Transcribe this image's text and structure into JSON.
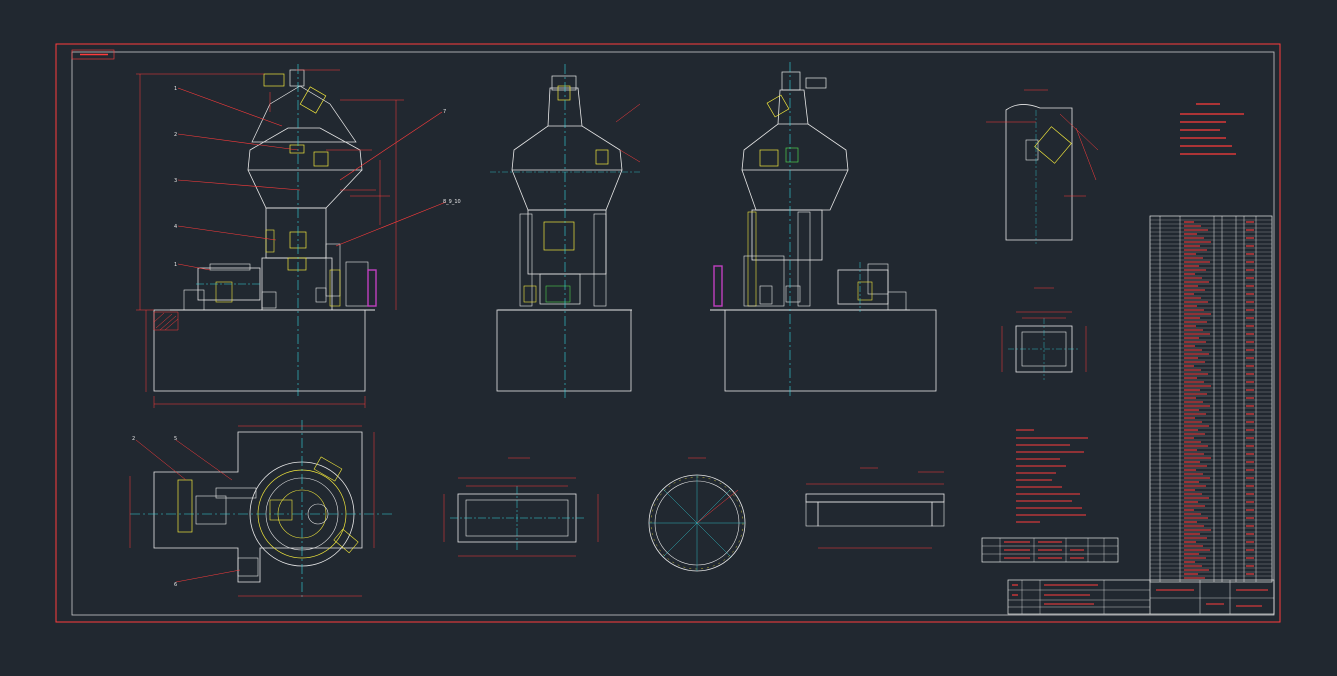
{
  "drawing": {
    "balloons": [
      "1",
      "2",
      "3",
      "4",
      "1",
      "7",
      "8_9_10"
    ],
    "plan_balloons": [
      "2",
      "5",
      "6"
    ],
    "colors": {
      "background": "#212830",
      "frame": "#ff3b3b",
      "outline": "#e8e8e8",
      "centerline": "#35d7e0",
      "dimension": "#ff3b3b",
      "highlight": "#f0e63c",
      "accent": "#c040c0",
      "green": "#4cd04c"
    }
  }
}
